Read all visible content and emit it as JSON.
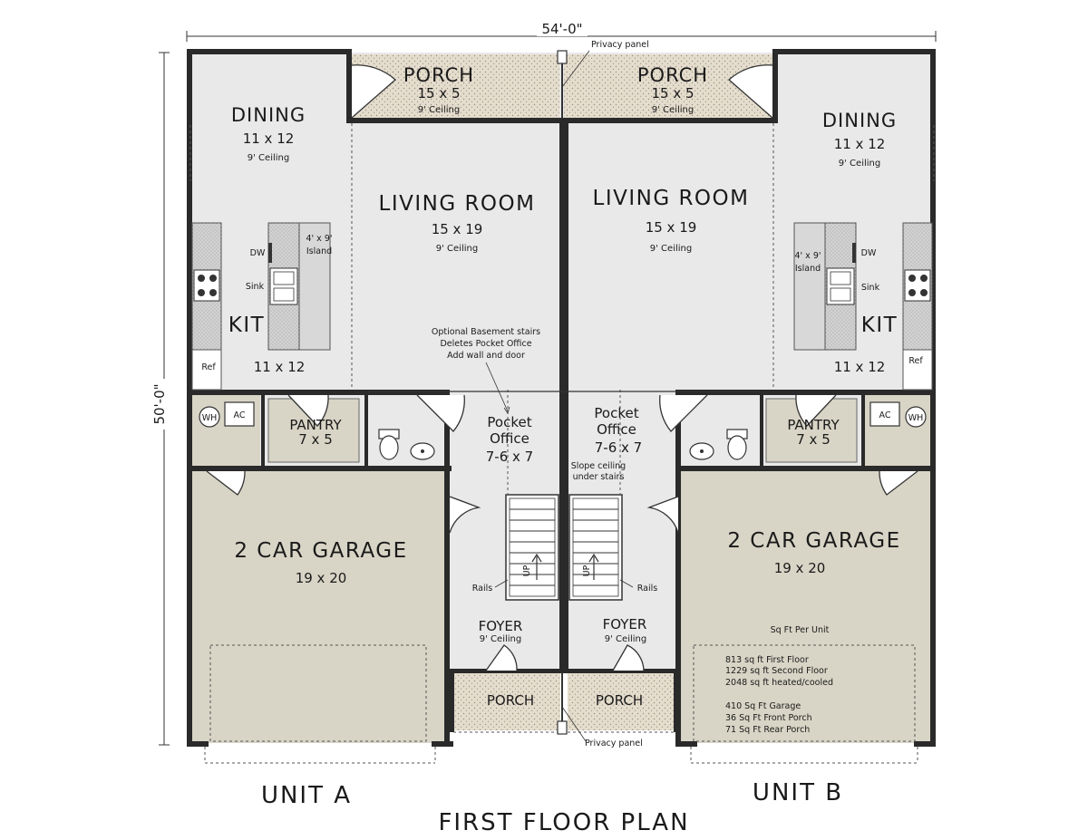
{
  "dimensions": {
    "width": "54'-0\"",
    "depth": "50'-0\""
  },
  "plan_title": "FIRST FLOOR PLAN",
  "units": {
    "a": "UNIT A",
    "b": "UNIT B"
  },
  "rooms": {
    "porch_rear_a": {
      "name": "PORCH",
      "size": "15 x 5",
      "ceiling": "9' Ceiling"
    },
    "porch_rear_b": {
      "name": "PORCH",
      "size": "15 x 5",
      "ceiling": "9' Ceiling"
    },
    "dining_a": {
      "name": "DINING",
      "size": "11 x 12",
      "ceiling": "9' Ceiling"
    },
    "dining_b": {
      "name": "DINING",
      "size": "11 x 12",
      "ceiling": "9' Ceiling"
    },
    "living_a": {
      "name": "LIVING ROOM",
      "size": "15 x 19",
      "ceiling": "9' Ceiling"
    },
    "living_b": {
      "name": "LIVING ROOM",
      "size": "15 x 19",
      "ceiling": "9' Ceiling"
    },
    "kitchen_a": {
      "name": "KIT",
      "size": "11 x 12"
    },
    "kitchen_b": {
      "name": "KIT",
      "size": "11 x 12"
    },
    "pantry_a": {
      "name": "PANTRY",
      "size": "7 x 5"
    },
    "pantry_b": {
      "name": "PANTRY",
      "size": "7 x 5"
    },
    "office_a": {
      "name1": "Pocket",
      "name2": "Office",
      "size": "7-6 x 7"
    },
    "office_b": {
      "name1": "Pocket",
      "name2": "Office",
      "size": "7-6 x 7"
    },
    "garage_a": {
      "name": "2 CAR GARAGE",
      "size": "19 x 20"
    },
    "garage_b": {
      "name": "2 CAR GARAGE",
      "size": "19 x 20"
    },
    "foyer_a": {
      "name": "FOYER",
      "ceiling": "9' Ceiling"
    },
    "foyer_b": {
      "name": "FOYER",
      "ceiling": "9' Ceiling"
    },
    "porch_front_a": {
      "name": "PORCH"
    },
    "porch_front_b": {
      "name": "PORCH"
    }
  },
  "fixtures": {
    "dw": "DW",
    "sink": "Sink",
    "island1": "4' x 9'",
    "island2": "Island",
    "ref": "Ref",
    "wh": "WH",
    "ac": "AC",
    "rails": "Rails",
    "up": "UP"
  },
  "notes": {
    "privacy_top": "Privacy panel",
    "privacy_bottom": "Privacy panel",
    "basement": [
      "Optional Basement stairs",
      "Deletes Pocket Office",
      "Add wall and door"
    ],
    "slope": [
      "Slope ceiling",
      "under stairs"
    ]
  },
  "sqft": {
    "title": "Sq Ft Per Unit",
    "first": "813 sq ft First Floor",
    "second": "1229 sq ft Second Floor",
    "total": "2048 sq ft heated/cooled",
    "garage": "410 Sq Ft Garage",
    "front_porch": "36 Sq Ft Front Porch",
    "rear_porch": "71 Sq Ft Rear Porch"
  },
  "colors": {
    "interior": "#e9e9e9",
    "garage": "#d8d5c6",
    "porch": "#e4dccd",
    "island": "#d0d0d0",
    "wall": "#2a2a2a"
  }
}
